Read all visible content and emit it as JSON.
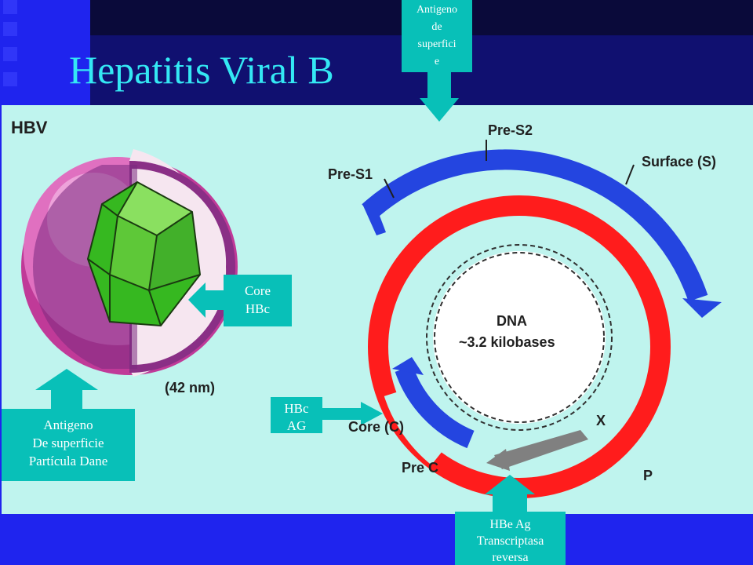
{
  "title": "Hepatitis Viral B",
  "figure": {
    "hbv_label": "HBV",
    "size_label": "(42 nm)",
    "pre_s1": "Pre-S1",
    "pre_s2": "Pre-S2",
    "surface": "Surface (S)",
    "dna_line1": "DNA",
    "dna_line2": "~3.2 kilobases",
    "core_c": "Core (C)",
    "x_label": "X",
    "pre_c": "Pre C",
    "p_label": "P"
  },
  "callouts": {
    "top": [
      "Antigeno",
      "de",
      "superfici",
      "e"
    ],
    "core": [
      "Core",
      "HBc"
    ],
    "antigeno": [
      "Antigeno",
      "De superficie",
      "Partícula Dane"
    ],
    "hbc": [
      "HBc",
      "AG"
    ],
    "hbe": [
      "HBe Ag",
      "Transcriptasa",
      "reversa"
    ]
  },
  "colors": {
    "background": "#1f24ee",
    "title": "#34e8f4",
    "figure_bg": "#bff4ee",
    "callout": "#08c0b8",
    "red_ring": "#ff1c1c",
    "blue_arrow": "#2445e0"
  }
}
